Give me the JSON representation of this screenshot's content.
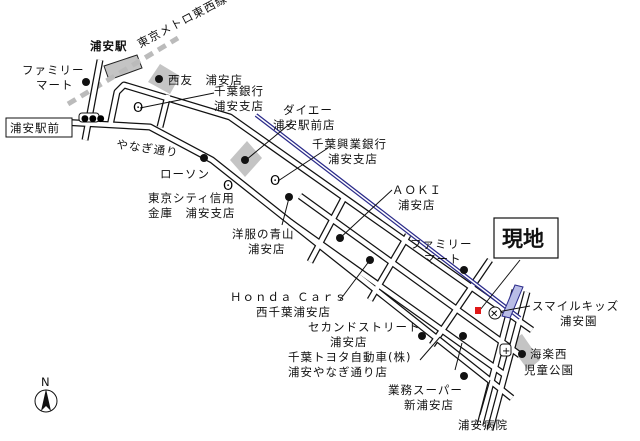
{
  "colors": {
    "rail_line": "#2a2a8a",
    "area_gray": "#c4c4c4",
    "current_location": "#e01818"
  },
  "labels": {
    "metro_line": "東京メトロ東西線",
    "station": "浦安駅",
    "bus_stop": "浦安駅前",
    "family_mart_1": [
      "ファミリー",
      "マート"
    ],
    "seiyu": "西友　浦安店",
    "chiba_bank": [
      "千葉銀行",
      "浦安支店"
    ],
    "daiei": [
      "ダイエー",
      "浦安駅前店"
    ],
    "yanagi_dori": "やなぎ通り",
    "lawson": "ローソン",
    "chiba_kogyo_bank": [
      "千葉興業銀行",
      "浦安支店"
    ],
    "tokyo_city_shinkin": [
      "東京シティ信用",
      "金庫　浦安支店"
    ],
    "aoki": [
      "ＡＯＫＩ",
      "浦安店"
    ],
    "yofuku_aoyama": [
      "洋服の青山",
      "浦安店"
    ],
    "family_mart_2": [
      "ファミリー",
      "マート"
    ],
    "current_location": "現地",
    "honda_cars": [
      "Ｈｏｎｄａ Ｃａｒｓ",
      "西千葉浦安店"
    ],
    "second_street": [
      "セカンドストリート",
      "浦安店"
    ],
    "smile_kids": [
      "スマイルキッズ",
      "浦安園"
    ],
    "toyota": [
      "千葉トヨタ自動車(株)",
      "浦安やなぎ通り店"
    ],
    "kairaku_park": [
      "海楽西",
      "児童公園"
    ],
    "gyomu_super": [
      "業務スーパー",
      "新浦安店"
    ],
    "hospital": "浦安病院",
    "north": "N"
  },
  "icons": [
    "bank-icon",
    "school-icon",
    "hospital-icon",
    "bus-stop-icon",
    "north-arrow-icon",
    "current-location-marker"
  ]
}
